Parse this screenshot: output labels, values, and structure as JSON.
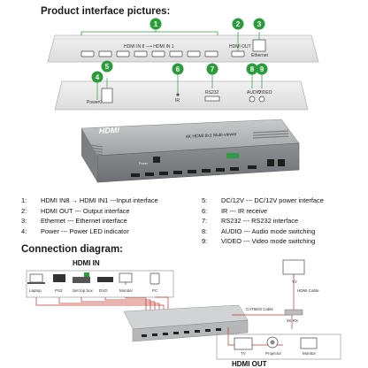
{
  "sections": {
    "product_title": "Product interface pictures:",
    "connection_title": "Connection diagram:"
  },
  "panel_top": {
    "hdmi_in_label": "HDMI IN 8  ⟶  HDMI IN 1",
    "hdmi_out_label": "HDMI OUT",
    "ethernet_label": "Ethernet"
  },
  "panel_bottom": {
    "power_label": "Power",
    "ir_label": "IR",
    "rs232_label": "RS232",
    "audio_label": "AUDIO",
    "video_label": "VIDEO"
  },
  "callouts": [
    "1",
    "2",
    "3",
    "4",
    "5",
    "6",
    "7",
    "8",
    "9"
  ],
  "device": {
    "brand": "HDMI",
    "model": "4K HDMI 8x1 Multi-viewer",
    "power_label": "Power"
  },
  "legend_left": [
    {
      "num": "1:",
      "text": "HDMI IN8 → HDMI IN1 ---Input interface"
    },
    {
      "num": "2:",
      "text": "HDMI OUT --- Output interface"
    },
    {
      "num": "3:",
      "text": "Ethernet --- Ethernet interface"
    },
    {
      "num": "4:",
      "text": "Power --- Power LED indicator"
    }
  ],
  "legend_right": [
    {
      "num": "5:",
      "text": "DC/12V --- DC/12V power interface"
    },
    {
      "num": "6:",
      "text": "IR --- IR receive"
    },
    {
      "num": "7:",
      "text": "RS232 --- RS232 interface"
    },
    {
      "num": "8:",
      "text": "AUDIO --- Audio mode switching"
    },
    {
      "num": "9:",
      "text": "VIDEO --- Video mode switching"
    }
  ],
  "connection": {
    "hdmi_in_title": "HDMI IN",
    "hdmi_out_title": "HDMI OUT",
    "sources": [
      "Laptop",
      "PS3",
      "Set top box",
      "DVD",
      "Monitor",
      "PC"
    ],
    "cat_label": "CAT5E/6 Cable",
    "hdmi_cable_label": "HDMI Cable",
    "tv_label": "TV",
    "rx_label": "4K RX",
    "outputs": [
      "TV",
      "Projector",
      "Monitor"
    ]
  },
  "colors": {
    "callout_green": "#2a9d3a",
    "panel_gray": "#e7e7e7",
    "device_gray": "#a9aaac",
    "line_red": "#c0392b",
    "text_dark": "#111111"
  }
}
